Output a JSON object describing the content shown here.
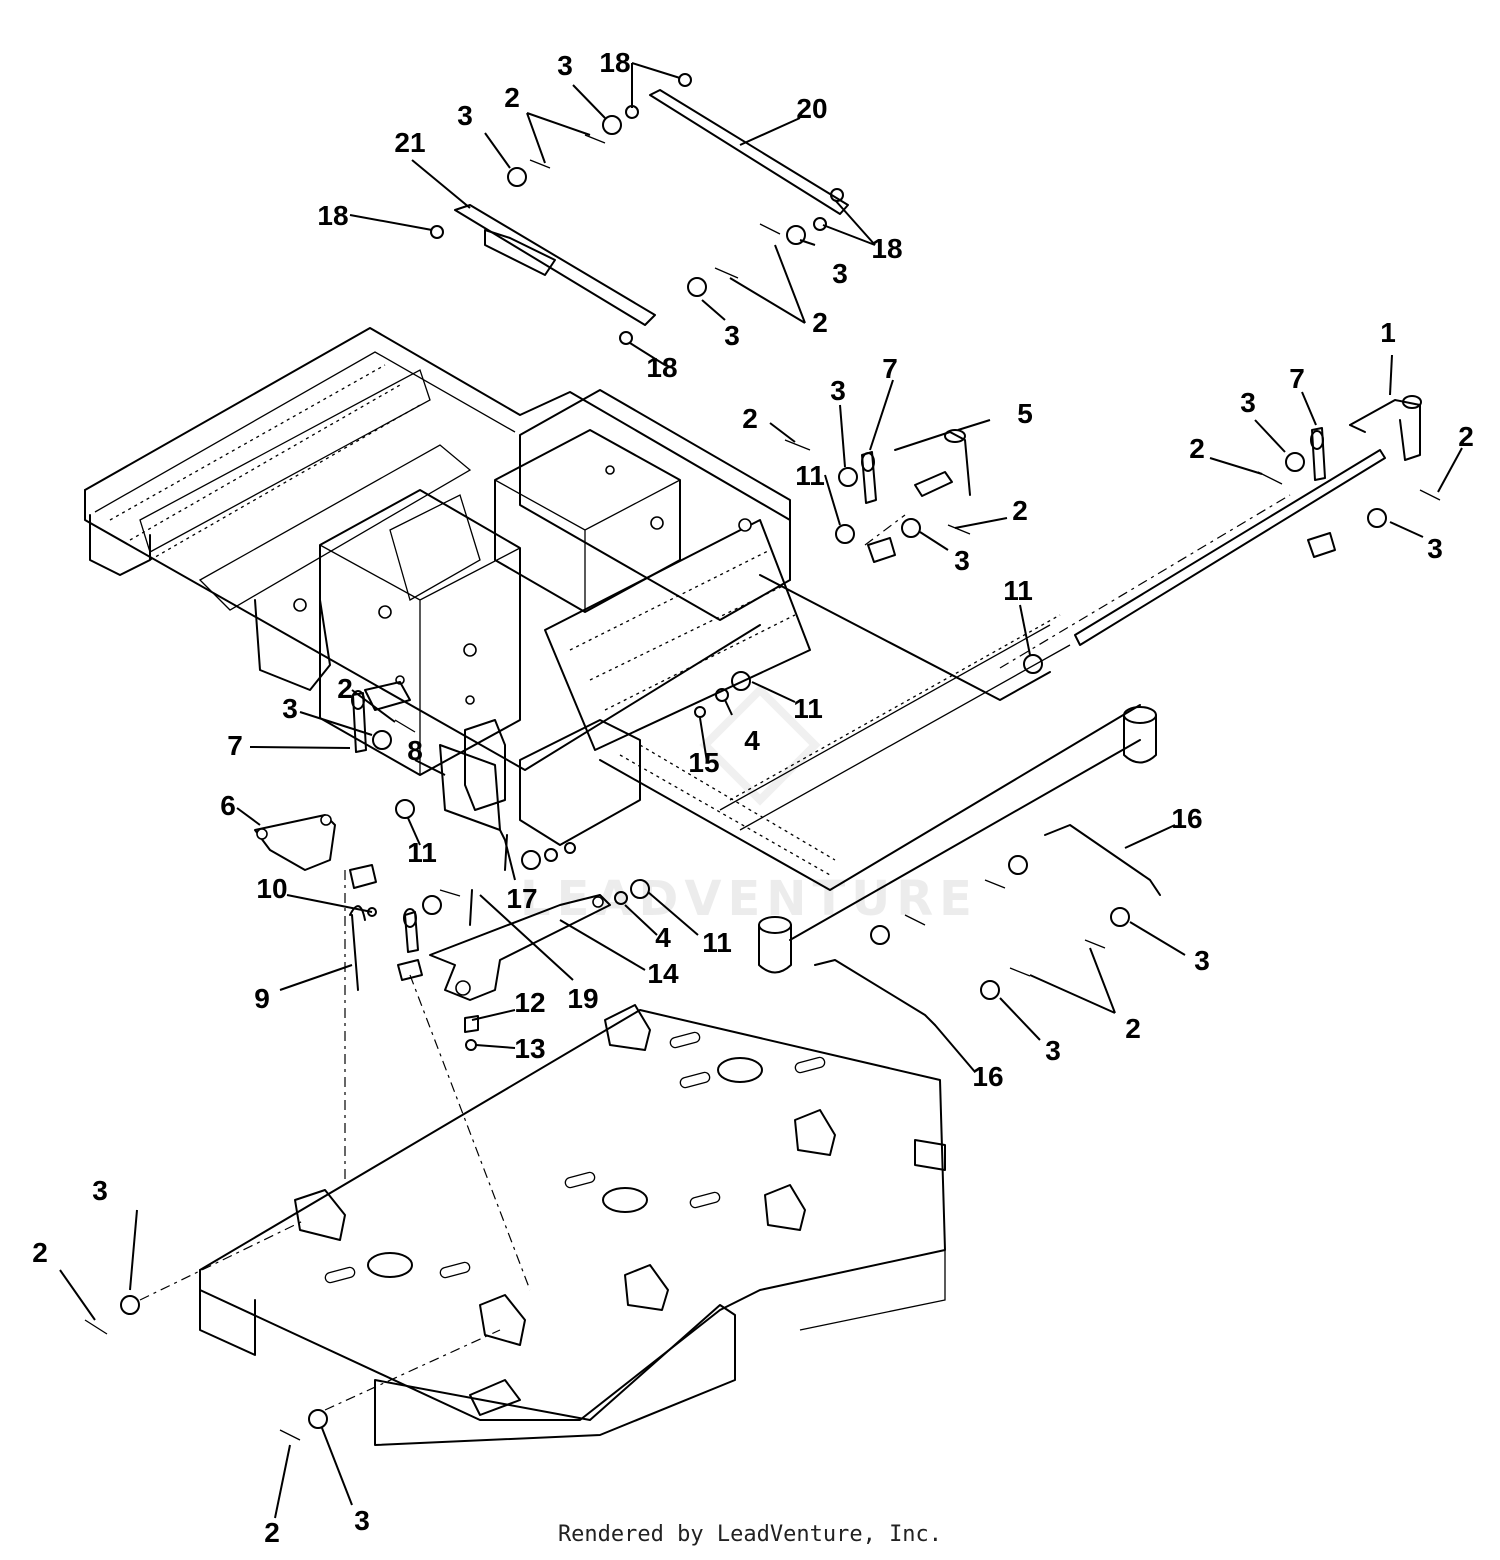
{
  "footer": {
    "credit": "Rendered by LeadVenture, Inc."
  },
  "watermark": {
    "text": "LEADVENTURE"
  },
  "callouts": [
    {
      "id": "c1",
      "label": "1"
    },
    {
      "id": "c2a",
      "label": "2"
    },
    {
      "id": "c2b",
      "label": "2"
    },
    {
      "id": "c2c",
      "label": "2"
    },
    {
      "id": "c2d",
      "label": "2"
    },
    {
      "id": "c2e",
      "label": "2"
    },
    {
      "id": "c2f",
      "label": "2"
    },
    {
      "id": "c2g",
      "label": "2"
    },
    {
      "id": "c2h",
      "label": "2"
    },
    {
      "id": "c2i",
      "label": "2"
    },
    {
      "id": "c2j",
      "label": "2"
    },
    {
      "id": "c2k",
      "label": "2"
    },
    {
      "id": "c3a",
      "label": "3"
    },
    {
      "id": "c3b",
      "label": "3"
    },
    {
      "id": "c3c",
      "label": "3"
    },
    {
      "id": "c3d",
      "label": "3"
    },
    {
      "id": "c3e",
      "label": "3"
    },
    {
      "id": "c3f",
      "label": "3"
    },
    {
      "id": "c3g",
      "label": "3"
    },
    {
      "id": "c3h",
      "label": "3"
    },
    {
      "id": "c3i",
      "label": "3"
    },
    {
      "id": "c3j",
      "label": "3"
    },
    {
      "id": "c3k",
      "label": "3"
    },
    {
      "id": "c3l",
      "label": "3"
    },
    {
      "id": "c3m",
      "label": "3"
    },
    {
      "id": "c3n",
      "label": "3"
    },
    {
      "id": "c4a",
      "label": "4"
    },
    {
      "id": "c4b",
      "label": "4"
    },
    {
      "id": "c5",
      "label": "5"
    },
    {
      "id": "c6",
      "label": "6"
    },
    {
      "id": "c7a",
      "label": "7"
    },
    {
      "id": "c7b",
      "label": "7"
    },
    {
      "id": "c7c",
      "label": "7"
    },
    {
      "id": "c8",
      "label": "8"
    },
    {
      "id": "c9",
      "label": "9"
    },
    {
      "id": "c10",
      "label": "10"
    },
    {
      "id": "c11a",
      "label": "11"
    },
    {
      "id": "c11b",
      "label": "11"
    },
    {
      "id": "c11c",
      "label": "11"
    },
    {
      "id": "c11d",
      "label": "11"
    },
    {
      "id": "c11e",
      "label": "11"
    },
    {
      "id": "c12",
      "label": "12"
    },
    {
      "id": "c13",
      "label": "13"
    },
    {
      "id": "c14",
      "label": "14"
    },
    {
      "id": "c15",
      "label": "15"
    },
    {
      "id": "c16a",
      "label": "16"
    },
    {
      "id": "c16b",
      "label": "16"
    },
    {
      "id": "c17",
      "label": "17"
    },
    {
      "id": "c18a",
      "label": "18"
    },
    {
      "id": "c18b",
      "label": "18"
    },
    {
      "id": "c18c",
      "label": "18"
    },
    {
      "id": "c18d",
      "label": "18"
    },
    {
      "id": "c19",
      "label": "19"
    },
    {
      "id": "c20",
      "label": "20"
    },
    {
      "id": "c21",
      "label": "21"
    }
  ]
}
